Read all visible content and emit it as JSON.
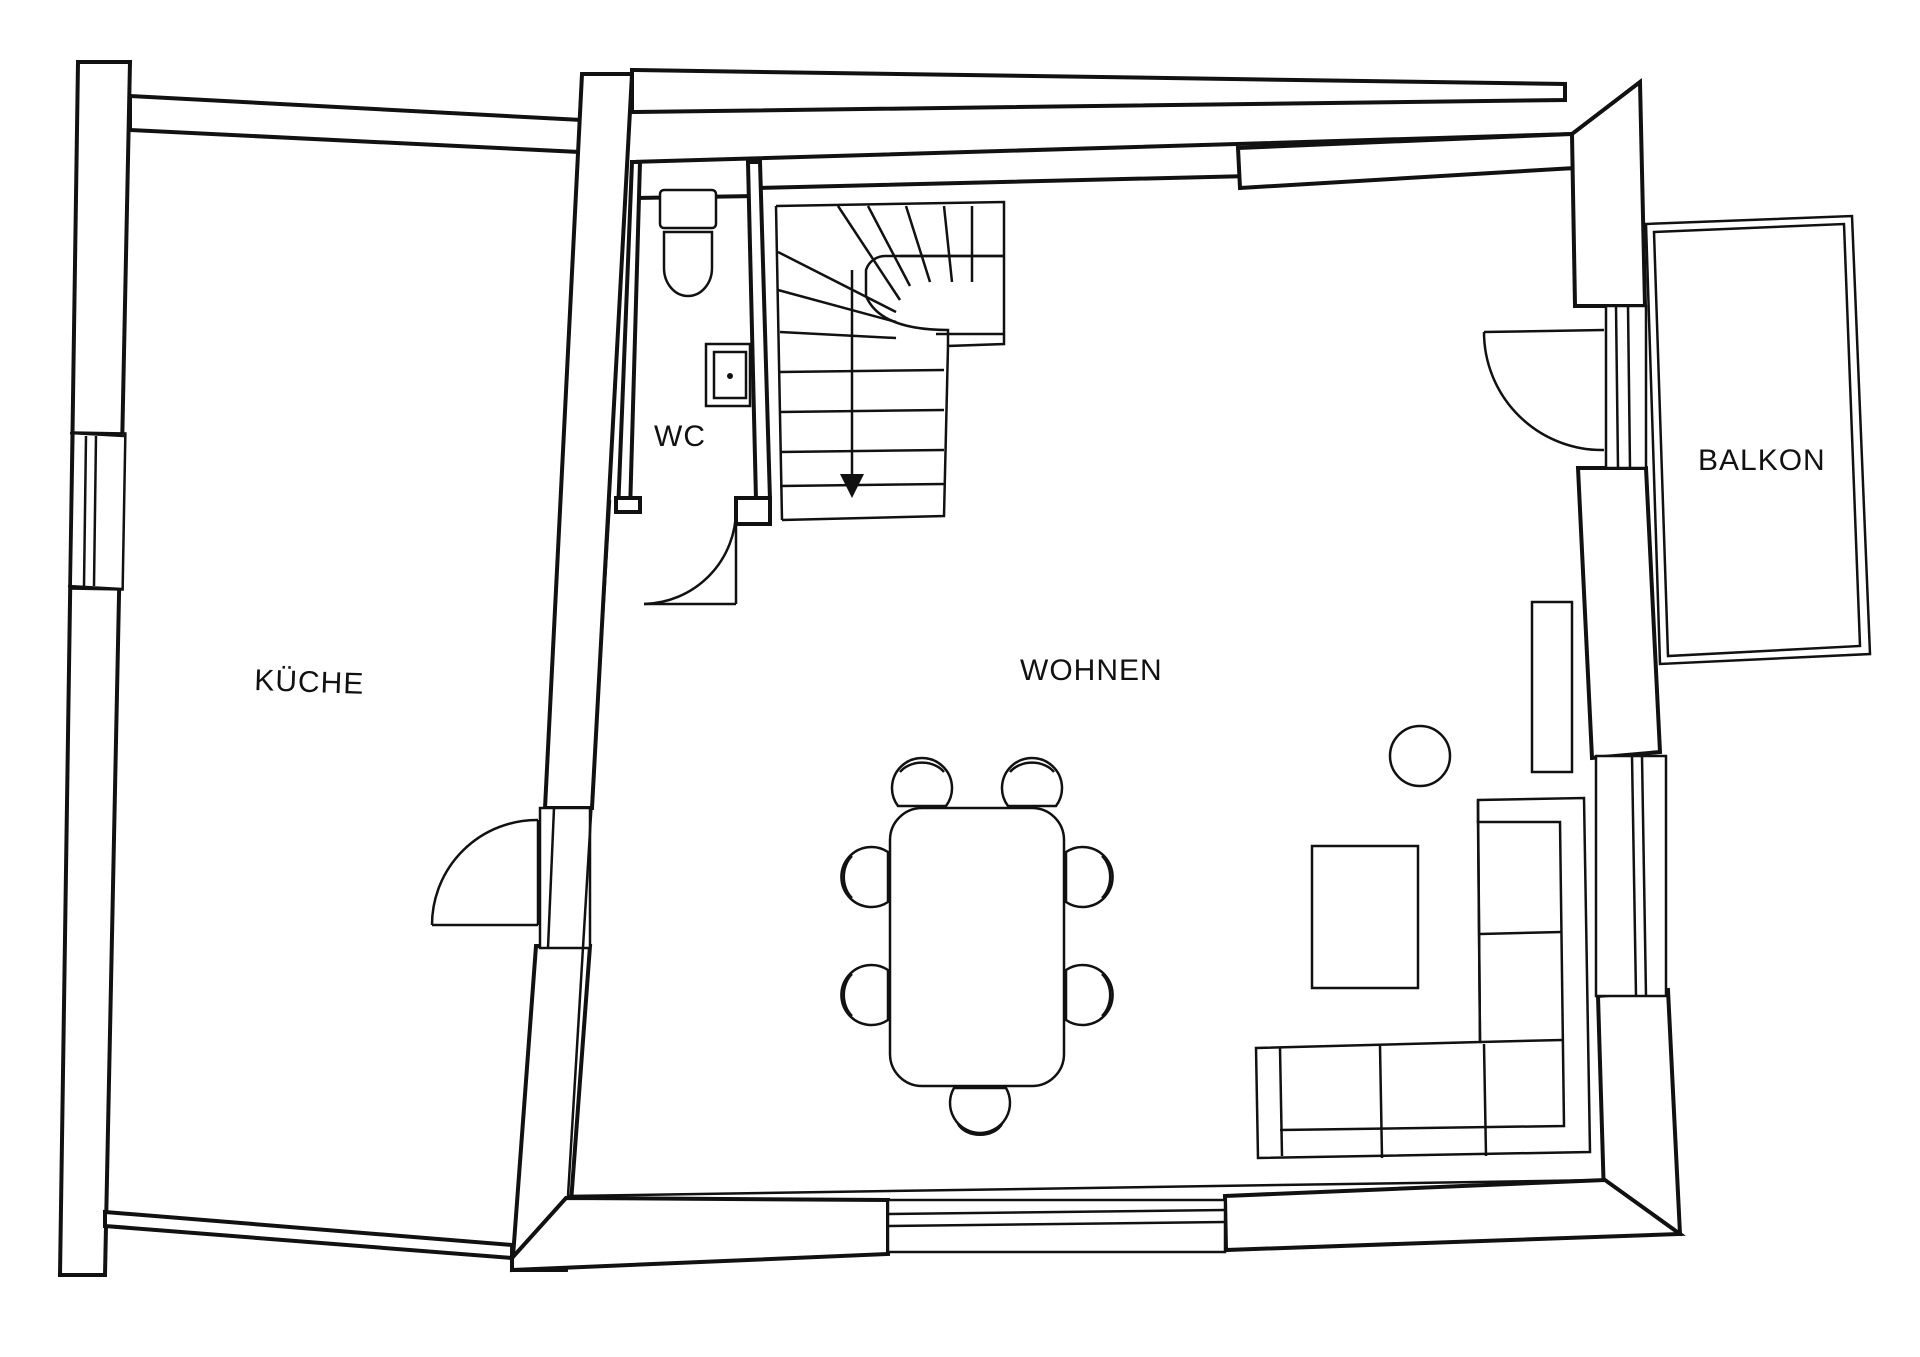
{
  "rooms": {
    "kueche": "KÜCHE",
    "wc": "WC",
    "wohnen": "WOHNEN",
    "balkon": "BALKON"
  },
  "colors": {
    "line": "#111111",
    "background": "#ffffff"
  }
}
